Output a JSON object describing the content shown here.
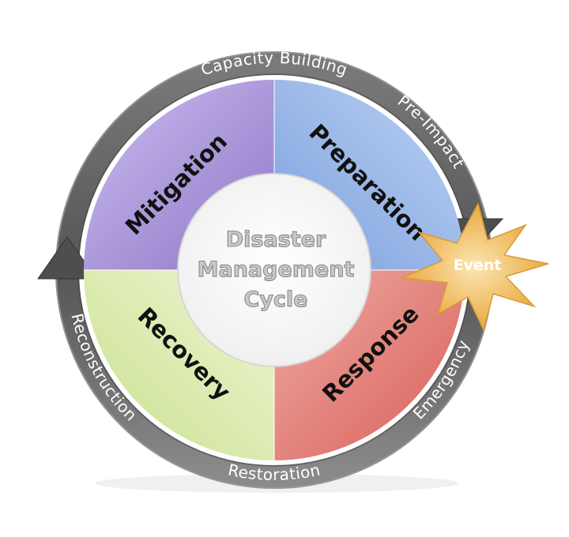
{
  "center": {
    "line1": "Disaster",
    "line2": "Management",
    "line3": "Cycle"
  },
  "phases": {
    "mitigation": "Mitigation",
    "preparation": "Preparation",
    "response": "Response",
    "recovery": "Recovery"
  },
  "ring": {
    "capacity_building": "Capacity Building",
    "pre_impact": "Pre-Impact",
    "emergency": "Emergency",
    "restoration": "Restoration",
    "reconstruction": "Reconstruction"
  },
  "event": "Event",
  "colors": {
    "mitigation": "#9b86cf",
    "preparation": "#86a9e0",
    "response": "#d9706a",
    "recovery": "#cde39a",
    "ring": "#6b6b6b",
    "event": "#f2c15c"
  }
}
